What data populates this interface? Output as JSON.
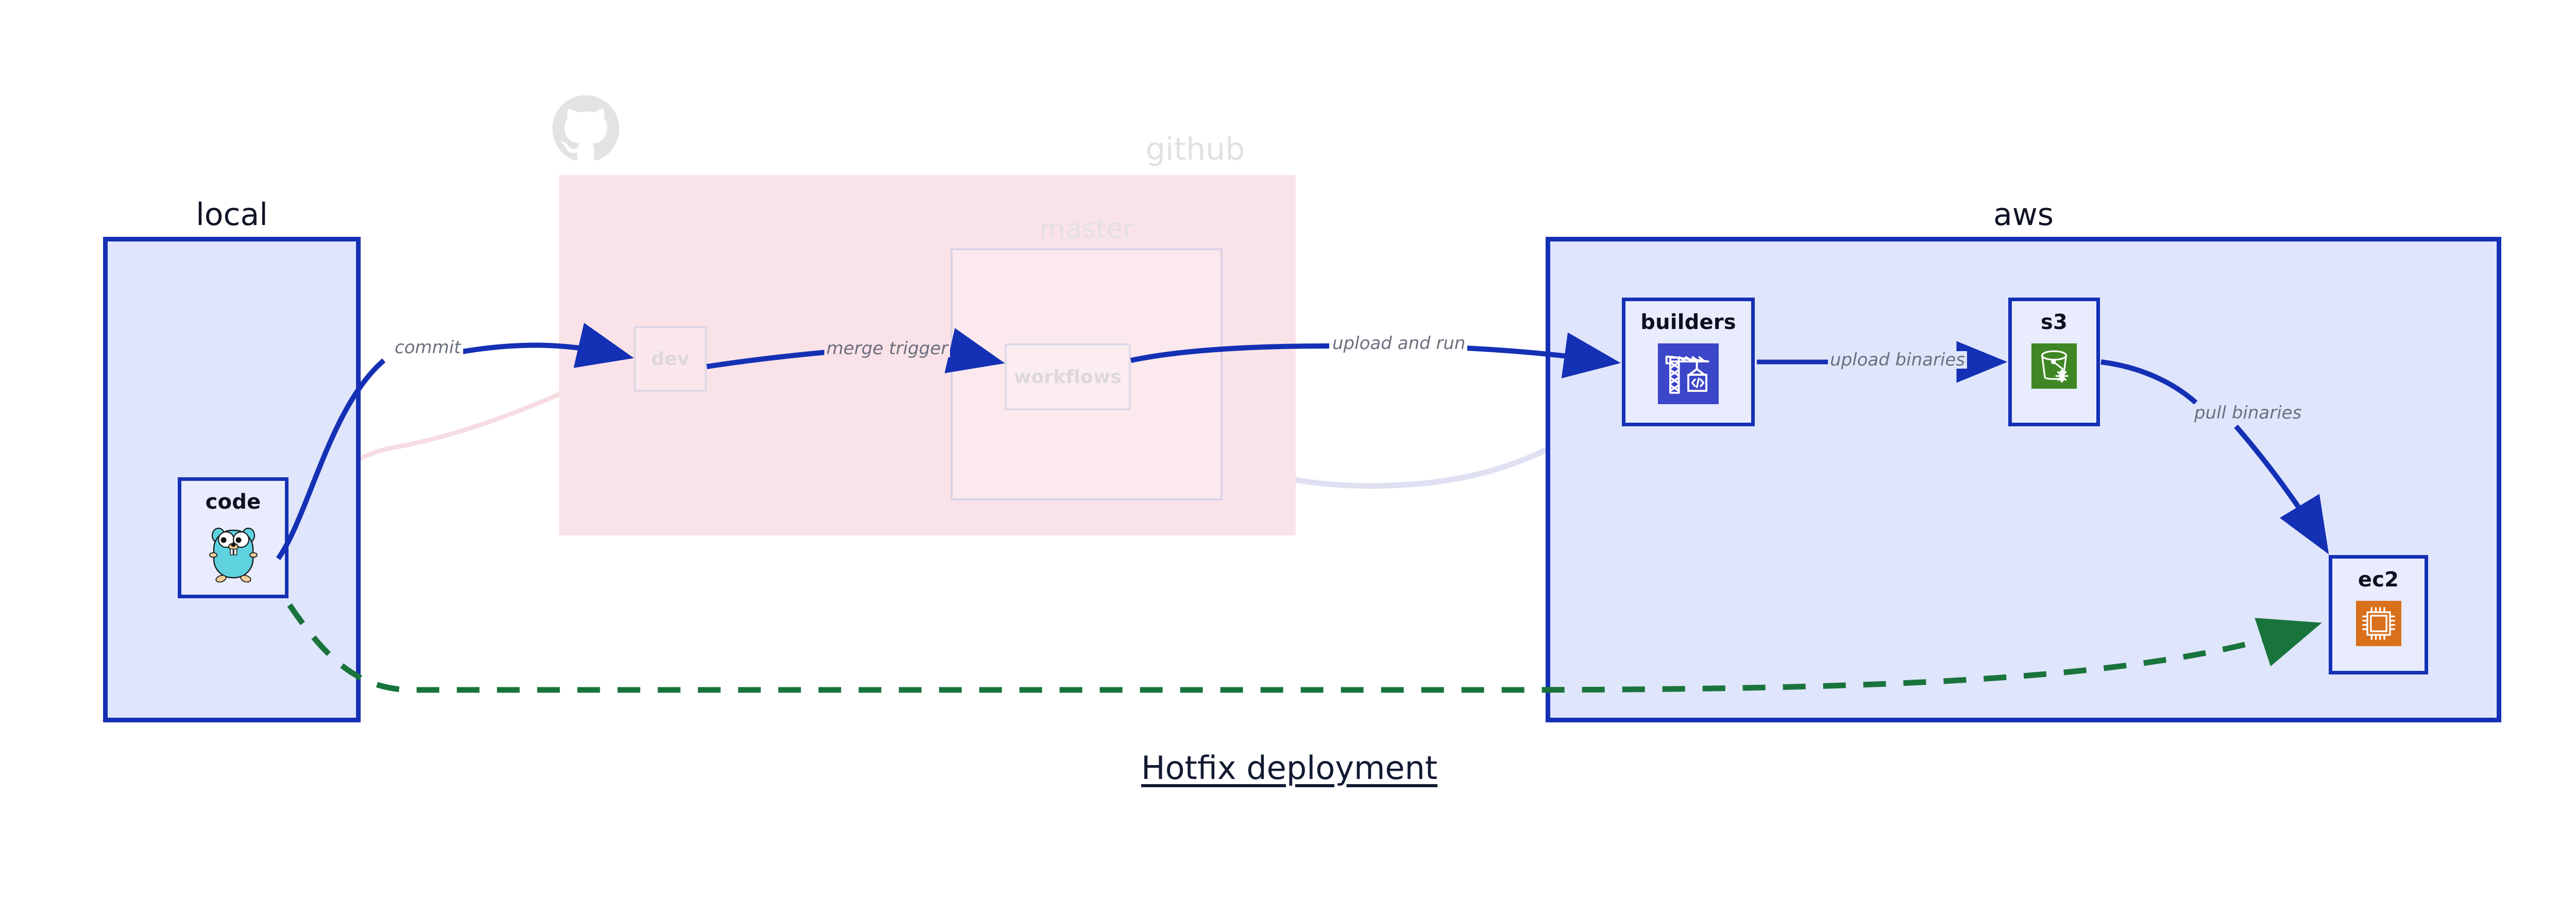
{
  "diagram": {
    "title": "Hotfix deployment",
    "colors": {
      "group_border_blue": "#1430b5",
      "group_fill_blue": "#dfe5fb",
      "group_fill_pink": "#fae3e8",
      "node_fill": "#e8ecfc",
      "edge_blue": "#1430b5",
      "edge_green": "#19743c",
      "faded_gray": "#ddd7de",
      "label_gray": "#6c6f7d",
      "icon_builders_bg": "#3c46c8",
      "icon_s3_bg": "#3f8624",
      "icon_ec2_bg": "#d9701c",
      "gopher_body": "#5fd2e0",
      "github_logo_gray": "#e3e3e3"
    },
    "groups": [
      {
        "id": "local",
        "title": "local",
        "state": "active"
      },
      {
        "id": "github",
        "title": "github",
        "state": "faded"
      },
      {
        "id": "master",
        "title": "master",
        "state": "faded"
      },
      {
        "id": "aws",
        "title": "aws",
        "state": "active"
      }
    ],
    "nodes": [
      {
        "id": "code",
        "label": "code",
        "icon": "go-gopher-icon",
        "state": "active",
        "group": "local"
      },
      {
        "id": "dev",
        "label": "dev",
        "icon": "none",
        "state": "faded",
        "group": "github"
      },
      {
        "id": "workflows",
        "label": "workflows",
        "icon": "none",
        "state": "faded",
        "group": "master"
      },
      {
        "id": "builders",
        "label": "builders",
        "icon": "aws-codebuild-icon",
        "state": "active",
        "group": "aws"
      },
      {
        "id": "s3",
        "label": "s3",
        "icon": "aws-s3-bucket-icon",
        "state": "active",
        "group": "aws"
      },
      {
        "id": "ec2",
        "label": "ec2",
        "icon": "aws-ec2-chip-icon",
        "state": "active",
        "group": "aws"
      }
    ],
    "edges": [
      {
        "id": "commit",
        "label": "commit",
        "from": "code",
        "to": "dev",
        "style": "solid-blue",
        "state": "active"
      },
      {
        "id": "merge-trigger",
        "label": "merge trigger",
        "from": "dev",
        "to": "workflows",
        "style": "solid-blue",
        "state": "active"
      },
      {
        "id": "upload-and-run",
        "label": "upload and run",
        "from": "workflows",
        "to": "builders",
        "style": "solid-blue",
        "state": "active"
      },
      {
        "id": "upload-binaries",
        "label": "upload binaries",
        "from": "builders",
        "to": "s3",
        "style": "solid-blue",
        "state": "active"
      },
      {
        "id": "pull-binaries",
        "label": "pull binaries",
        "from": "s3",
        "to": "ec2",
        "style": "solid-blue",
        "state": "active"
      },
      {
        "id": "hotfix-direct",
        "label": "",
        "from": "code",
        "to": "ec2",
        "style": "dashed-green",
        "state": "active"
      },
      {
        "id": "faded-return-a",
        "label": "",
        "from": "dev",
        "to": "workflows",
        "style": "solid-faded",
        "state": "faded"
      },
      {
        "id": "faded-return-b",
        "label": "",
        "from": "workflows",
        "to": "builders",
        "style": "solid-faded",
        "state": "faded"
      },
      {
        "id": "faded-return-c",
        "label": "",
        "from": "code",
        "to": "dev",
        "style": "solid-faded",
        "state": "faded"
      }
    ]
  }
}
